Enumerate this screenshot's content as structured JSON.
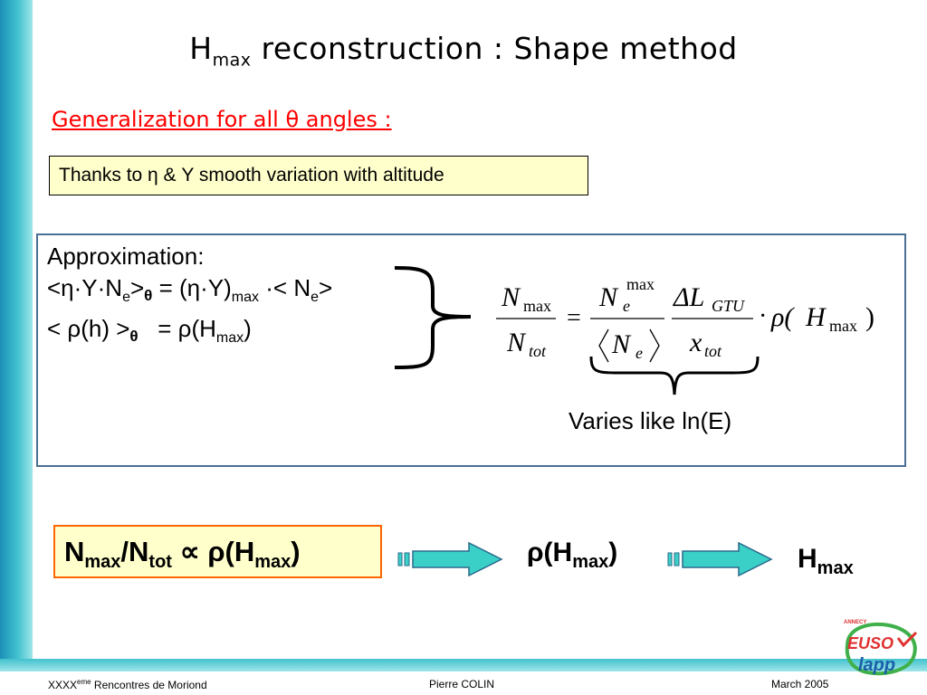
{
  "slide": {
    "title": "reconstruction : Shape method",
    "title_h": "H",
    "title_sub": "max",
    "subtitle": "Generalization for all θ angles :",
    "note": "Thanks to η & Y smooth variation with altitude"
  },
  "approximation": {
    "heading": "Approximation:",
    "line1_a": "<η·Y·N",
    "line1_sub_e": "e",
    "line1_b": ">",
    "line1_sub_theta": "θ",
    "line1_c": " = (η·Y)",
    "line1_sub_max": "max",
    "line1_d": " ·< N",
    "line1_sub_e2": "e",
    "line1_e": ">",
    "line2_a": "< ρ(h) >",
    "line2_sub_theta": "θ",
    "line2_b": "   = ρ(H",
    "line2_sub_max": "max",
    "line2_c": ")"
  },
  "equation": {
    "N": "N",
    "max": "max",
    "tot": "tot",
    "e": "e",
    "eq": "=",
    "dL": "ΔL",
    "GTU": "GTU",
    "x": "x",
    "dot": "·",
    "rho": "ρ(",
    "H": "H",
    "close": ")"
  },
  "varies_label": "Varies like ln(E)",
  "result": {
    "N": "N",
    "max": "max",
    "slash": "/N",
    "tot": "tot",
    "prop": " ∝ ρ(H",
    "max2": "max",
    "close": ")"
  },
  "rho_h": {
    "a": "ρ(H",
    "sub": "max",
    "b": ")"
  },
  "hmax": {
    "a": "H",
    "sub": "max"
  },
  "footer": {
    "left_a": "XXXX",
    "left_sup": "eme",
    "left_b": " Rencontres de Moriond",
    "center": "Pierre COLIN",
    "right": "March 2005"
  },
  "logo": {
    "top": "ANNECY",
    "line1": "EUSO",
    "line2": "lapp"
  }
}
